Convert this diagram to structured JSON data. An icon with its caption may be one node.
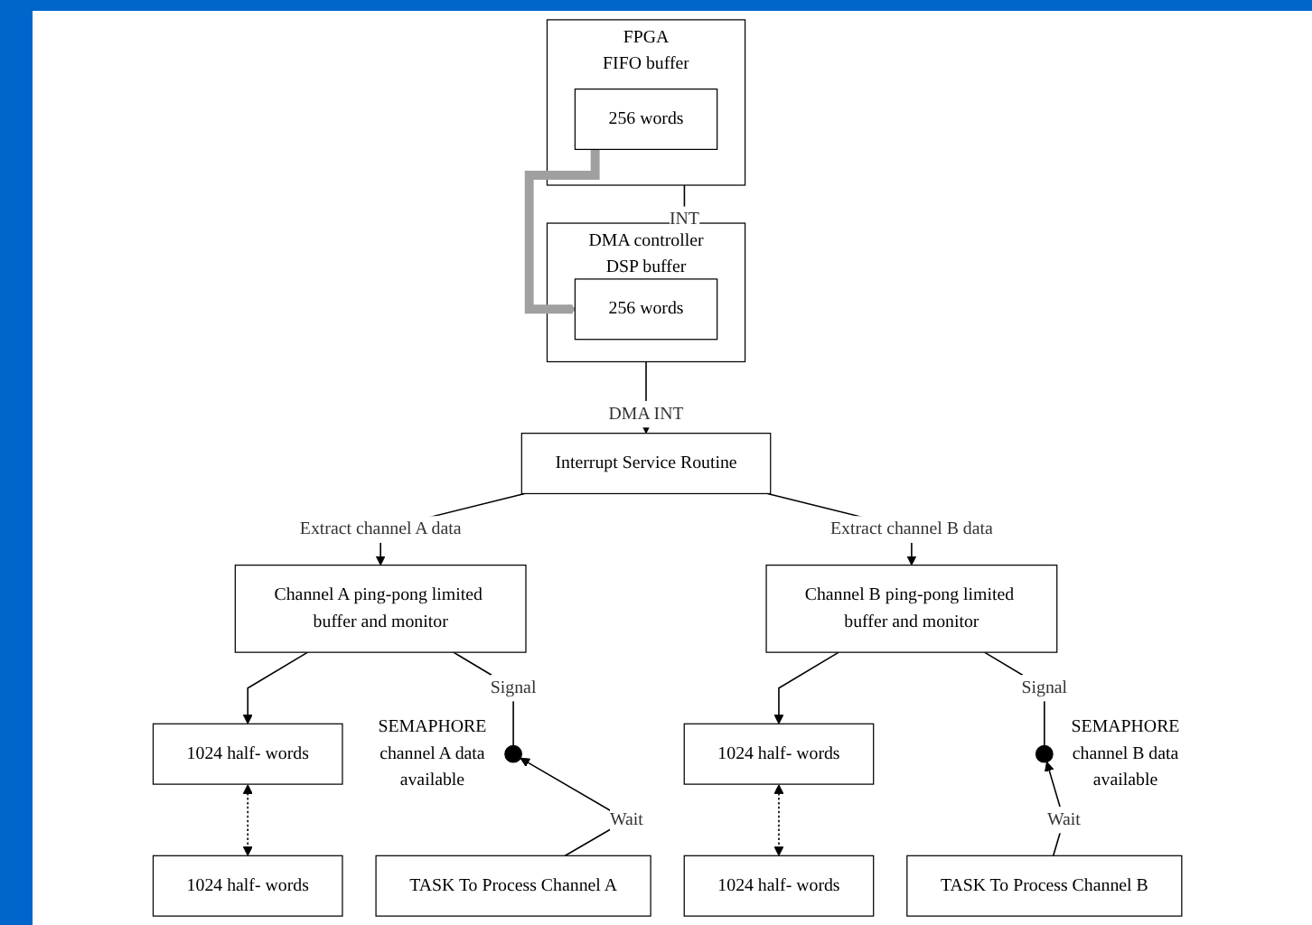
{
  "diagram": {
    "nodes": [
      {
        "text": [
          "FPGA",
          "FIFO buffer"
        ]
      },
      {
        "text": [
          "256 words"
        ],
        "in": 0
      },
      {
        "text": [
          "DMA controller",
          "DSP buffer"
        ]
      },
      {
        "text": [
          "256 words"
        ],
        "in": 2
      },
      {
        "text": [
          "Interrupt Service Routine"
        ]
      },
      {
        "text": [
          "Channel A ping-pong limited buffer and monitor"
        ]
      },
      {
        "text": [
          "Channel B ping-pong limited buffer and monitor"
        ]
      },
      {
        "text": [
          "1024 half- words"
        ]
      },
      {
        "text": [
          "1024 half- words"
        ]
      },
      {
        "text": [
          "1024 half- words"
        ]
      },
      {
        "text": [
          "1024 half- words"
        ]
      },
      {
        "text": [],
        "shape": "circle",
        "beside": [
          "SEMAPHORE channel A data available"
        ]
      },
      {
        "text": [],
        "shape": "circle",
        "beside": [
          "SEMAPHORE channel B data available"
        ]
      },
      {
        "text": [
          "TASK To Process Channel A"
        ]
      },
      {
        "text": [
          "TASK To Process Channel B"
        ]
      }
    ],
    "edges": [
      {
        "from": 0,
        "to": 2,
        "arrow": "to",
        "label": "INT"
      },
      {
        "from": 1,
        "to": 3,
        "arrow": "to",
        "style": "thick",
        "color": "#a0a0a0"
      },
      {
        "from": 2,
        "to": 4,
        "arrow": "to",
        "label": "DMA INT"
      },
      {
        "from": 4,
        "to": 5,
        "arrow": "to",
        "label": "Extract channel A data"
      },
      {
        "from": 4,
        "to": 6,
        "arrow": "to",
        "label": "Extract channel B data"
      },
      {
        "from": 5,
        "to": 7,
        "arrow": "to"
      },
      {
        "from": 6,
        "to": 9,
        "arrow": "to"
      },
      {
        "from": 7,
        "to": 8,
        "arrow": "both",
        "style": "dashed"
      },
      {
        "from": 9,
        "to": 10,
        "arrow": "both",
        "style": "dashed"
      },
      {
        "from": 5,
        "to": 11,
        "arrow": "none",
        "label": "Signal"
      },
      {
        "from": 13,
        "to": 11,
        "arrow": "to",
        "label": "Wait"
      },
      {
        "from": 6,
        "to": 12,
        "arrow": "none",
        "label": "Signal"
      },
      {
        "from": 14,
        "to": 12,
        "arrow": "to",
        "label": "Wait"
      }
    ]
  }
}
